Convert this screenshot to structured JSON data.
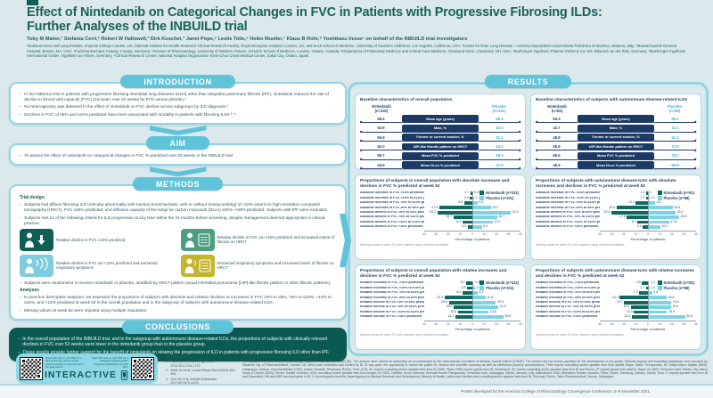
{
  "header": {
    "title_line1": "Effect of Nintedanib on Categorical Changes in FVC in Patients with Progressive Fibrosing ILDs:",
    "title_line2": "Further Analyses of the INBUILD trial",
    "authors": "Toby M Maher,¹ Stefania Cerri,² Robert W Hallowell,³ Dirk Koschel,⁴ Janet Pope,⁵ Leslie Tolle,⁶ Heiko Mueller,⁷ Klaus B Rohr,⁸ Yoshikazu Inoue⁹ on behalf of the INBUILD trial investigators",
    "affiliations": "¹National Heart and Lung Institute, Imperial College London, UK, National Institute for Health Research Clinical Research Facility, Royal Brompton Hospital, London, UK, and Keck School of Medicine, University of Southern California, Los Angeles, California, USA; ²Center for Rare Lung Disease – Azienda Ospedaliero-Universitaria Policlinico di Modena, Modena, Italy; ³Massachusetts General Hospital, Boston, MA, USA; ⁴Fachkrankenhaus Coswig, Coswig, Germany; ⁵Division of Rheumatology, University of Western Ontario, Schulich School of Medicine, London, Ontario, Canada; ⁶Department of Pulmonary Medicine and Critical Care Medicine, Cleveland Clinic, Cleveland, OH, USA; ⁷Boehringer Ingelheim Pharma GmbH & Co. KG, Biberach an der Riss, Germany; ⁸Boehringer Ingelheim International GmbH, Ingelheim am Rhein, Germany; ⁹Clinical Research Center, National Hospital Organization Kinki-Chuo Chest Medical Center, Sakai City, Osaka, Japan."
  },
  "sections": {
    "introduction": {
      "title": "INTRODUCTION",
      "bullets": [
        "In the INBUILD trial in patients with progressive fibrosing interstitial lung diseases (ILDs) other than idiopathic pulmonary fibrosis (IPF), nintedanib reduced the rate of decline in forced vital capacity (FVC) (mL/year) over 52 weeks by 57% versus placebo.¹",
        "No heterogeneity was detected in the effect of nintedanib on FVC decline across subgroups by ILD diagnosis.²",
        "Declines in FVC of ≥5% and ≥10% predicted have been associated with mortality in patients with fibrosing ILDs.³⁻⁵"
      ]
    },
    "aim": {
      "title": "AIM",
      "bullets": [
        "To assess the effect of nintedanib on categorical changes in FVC % predicted over 52 weeks in the INBUILD trial."
      ]
    },
    "methods": {
      "title": "METHODS",
      "trial_design_heading": "Trial design",
      "design_bullets": [
        "Subjects had diffuse fibrosing ILD (reticular abnormality with traction bronchiectasis, with or without honeycombing) of >10% extent on high-resolution computed tomography (HRCT), FVC ≥45% predicted, and diffusion capacity of the lungs for carbon monoxide (DLco) ≥30%–<80% predicted. Subjects with IPF were excluded.",
        "Subjects met ≥1 of the following criteria for ILD progression at any time within the 24 months before screening, despite management deemed appropriate in clinical practice:"
      ],
      "criteria": [
        {
          "icon": "person-decline-icon",
          "color": "#0e5e56",
          "text": "Relative decline in FVC ≥10% predicted"
        },
        {
          "icon": "person-hrct-icon",
          "color": "#4d9e82",
          "text": "Relative decline in FVC ≥5–<10% predicted and increased extent of fibrosis on HRCT"
        },
        {
          "icon": "person-cough-icon",
          "color": "#7fccdd",
          "text": "Relative decline in FVC ≥5–<10% predicted and worsened respiratory symptoms"
        },
        {
          "icon": "cough-hrct-icon",
          "color": "#c3b52d",
          "text": "Worsened respiratory symptoms and increased extent of fibrosis on HRCT"
        }
      ],
      "post_criteria_bullet": "Subjects were randomized to receive nintedanib or placebo, stratified by HRCT pattern (usual interstitial pneumonia [UIP]-like fibrotic pattern or other fibrotic patterns).",
      "analyses_heading": "Analyses",
      "analyses_bullets": [
        "In post-hoc descriptive analyses, we assessed the proportions of subjects with absolute and relative declines or increases in FVC ≥0% to ≤5%, >5% to ≤10%, >10% to ≤15%, and >15% predicted at week 52 in the overall population and in the subgroup of subjects with autoimmune disease-related ILDs.",
        "Missing values at week 52 were imputed using multiple imputation."
      ]
    },
    "results": {
      "title": "RESULTS"
    },
    "conclusions": {
      "title": "CONCLUSIONS",
      "bullets": [
        "In the overall population of the INBUILD trial, and in the subgroup with autoimmune disease-related ILDs, the proportions of subjects with clinically relevant declines in FVC over 52 weeks were lower in the nintedanib group than in the placebo group.",
        "These results provide further support for the benefit of nintedanib on slowing the progression of ILD in patients with progressive fibrosing ILD other than IPF."
      ]
    }
  },
  "baseline_tables": [
    {
      "title": "Baseline characteristics of overall population",
      "left_group": {
        "name": "Nintedanib",
        "n": "(n=332)"
      },
      "right_group": {
        "name": "Placebo",
        "n": "(n=331)"
      },
      "rows": [
        {
          "label": "Mean age (years)",
          "left": "65.2",
          "right": "66.3"
        },
        {
          "label": "Male, %",
          "left": "53.9",
          "right": "53.5"
        },
        {
          "label": "Former or current smoker, %",
          "left": "50.9",
          "right": "51.1"
        },
        {
          "label": "UIP-like fibrotic pattern on HRCT",
          "left": "62.0",
          "right": "62.2"
        },
        {
          "label": "Mean FVC % predicted",
          "left": "68.7",
          "right": "69.3"
        },
        {
          "label": "Mean DLco % predicted",
          "left": "44.6",
          "right": "47.9"
        }
      ]
    },
    {
      "title": "Baseline characteristics of subjects with autoimmune disease-related ILDs",
      "left_group": {
        "name": "Nintedanib",
        "n": "(n=82)"
      },
      "right_group": {
        "name": "Placebo",
        "n": "(n=88)"
      },
      "rows": [
        {
          "label": "Mean age (years)",
          "left": "63.3",
          "right": "65.1"
        },
        {
          "label": "Male, %",
          "left": "42.7",
          "right": "31.1"
        },
        {
          "label": "Former or current smoker, %",
          "left": "48.8",
          "right": "51.1"
        },
        {
          "label": "UIP-like fibrotic pattern on HRCT",
          "left": "55.6",
          "right": "72.9"
        },
        {
          "label": "Mean FVC % predicted",
          "left": "69.6",
          "right": "70.2"
        },
        {
          "label": "Mean DLco % predicted",
          "left": "46.9",
          "right": "50.8"
        }
      ]
    }
  ],
  "chart_data": [
    {
      "type": "bar",
      "orientation": "butterfly",
      "title": "Proportions of subjects in overall population with absolute increases and declines in FVC % predicted at week 52",
      "categories": [
        "Absolute increase in FVC >15% predicted",
        "Absolute increase in FVC >10% to ≤15% predicted",
        "Absolute increase in FVC >5% to ≤10% predicted",
        "Absolute increase in FVC ≥0% to ≤5% predicted",
        "Absolute decline in FVC >0% to ≤5% predicted",
        "Absolute decline in FVC >5% to ≤10% predicted",
        "Absolute decline in FVC >10% to ≤15% predicted",
        "Absolute decline in FVC >15% predicted"
      ],
      "series": [
        {
          "name": "Nintedanib (n=332)",
          "color": "#0e6a5e",
          "values": [
            "1.7",
            "2.0",
            "6.8",
            "27.6",
            "29.2",
            "15.7",
            "8.4",
            "3.9"
          ]
        },
        {
          "name": "Placebo (n=331)",
          "color": "#7ed3e2",
          "values": [
            "0.3",
            "1.7",
            "4.3",
            "15.2",
            "31.9",
            "20.7",
            "17.0",
            "8.1"
          ]
        }
      ],
      "xlabel": "Percentage of patients",
      "xlim": [
        -40,
        40
      ],
      "scale_max": 40,
      "ticks": [
        "40",
        "30",
        "20",
        "10",
        "0",
        "10",
        "20",
        "30",
        "40"
      ],
      "footnote": "Missing values at week 52 were imputed using multiple imputation."
    },
    {
      "type": "bar",
      "orientation": "butterfly",
      "title": "Proportions of subjects with autoimmune disease-ILDs with absolute increases and declines in FVC % predicted at week 52",
      "categories": [
        "Absolute increase in FVC >15% predicted",
        "Absolute increase in FVC >10% to ≤15% predicted",
        "Absolute increase in FVC >5% to ≤10% predicted",
        "Absolute increase in FVC ≥0% to ≤5% predicted",
        "Absolute decline in FVC >0% to ≤5% predicted",
        "Absolute decline in FVC >5% to ≤10% predicted",
        "Absolute decline in FVC >10% to ≤15% predicted",
        "Absolute decline in FVC >15% predicted"
      ],
      "series": [
        {
          "name": "Nintedanib (n=82)",
          "color": "#0e6a5e",
          "values": [
            "1.2",
            "1.7",
            "10.1",
            "26.3",
            "30.4",
            "17.5",
            "8.7",
            "4.2"
          ]
        },
        {
          "name": "Placebo (n=88)",
          "color": "#7ed3e2",
          "values": [
            "0",
            "1.2",
            "6.1",
            "20.6",
            "23.0",
            "26.0",
            "17.6",
            "10.2"
          ]
        }
      ],
      "xlabel": "Percentage of patients",
      "xlim": [
        -40,
        40
      ],
      "scale_max": 40,
      "ticks": [
        "40",
        "30",
        "20",
        "10",
        "0",
        "10",
        "20",
        "30",
        "40"
      ],
      "footnote": "Missing values at week 52 were imputed using multiple imputation."
    },
    {
      "type": "bar",
      "orientation": "butterfly",
      "title": "Proportions of subjects in overall population with relative increases and declines in FVC % predicted at week 52",
      "categories": [
        "Relative increase in FVC >15% predicted",
        "Relative increase in FVC >10% to ≤15% predicted",
        "Relative increase in FVC >5% to ≤10% predicted",
        "Relative increase in FVC ≥0% to ≤5% predicted",
        "Relative decline in FVC >0% to ≤5% predicted",
        "Relative decline in FVC >5% to ≤10% predicted",
        "Relative decline in FVC >10% to ≤15% predicted",
        "Relative decline in FVC >15% predicted"
      ],
      "series": [
        {
          "name": "Nintedanib (n=332)",
          "color": "#0e6a5e",
          "values": [
            "5.1",
            "4.4",
            "8.2",
            "23.3",
            "19.6",
            "15.6",
            "12.0",
            "14.2"
          ]
        },
        {
          "name": "Placebo (n=331)",
          "color": "#7ed3e2",
          "values": [
            "1.1",
            "2.3",
            "4.3",
            "10.8",
            "19.5",
            "21.6",
            "13.6",
            "25.8"
          ]
        }
      ],
      "xlabel": "Percentage of patients",
      "xlim": [
        -40,
        40
      ],
      "scale_max": 40,
      "ticks": [
        "40",
        "30",
        "20",
        "10",
        "0",
        "10",
        "20",
        "30",
        "40"
      ],
      "footnote": "Missing values at week 52 were imputed using multiple imputation."
    },
    {
      "type": "bar",
      "orientation": "butterfly",
      "title": "Proportions of subjects with autoimmune disease-ILDs with relative increases and declines in FVC % predicted at week 52",
      "categories": [
        "Relative increase in FVC >15% predicted",
        "Relative increase in FVC >10% to ≤15% predicted",
        "Relative increase in FVC >5% to ≤10% predicted",
        "Relative increase in FVC ≥0% to ≤5% predicted",
        "Relative decline in FVC >0% to ≤5% predicted",
        "Relative decline in FVC >5% to ≤10% predicted",
        "Relative decline in FVC >10% to ≤15% predicted",
        "Relative decline in FVC >15% predicted"
      ],
      "series": [
        {
          "name": "Nintedanib (n=82)",
          "color": "#0e6a5e",
          "values": [
            "4.9",
            "1.7",
            "7.3",
            "23.4",
            "19.7",
            "14.2",
            "11.5",
            "13.5"
          ]
        },
        {
          "name": "Placebo (n=88)",
          "color": "#7ed3e2",
          "values": [
            "1.1",
            "1.2",
            "3.4",
            "15.6",
            "19.4",
            "19.2",
            "15.9",
            "30.8"
          ]
        }
      ],
      "xlabel": "Percentage of patients",
      "xlim": [
        -40,
        40
      ],
      "scale_max": 40,
      "ticks": [
        "40",
        "30",
        "20",
        "10",
        "0",
        "10",
        "20",
        "30",
        "40"
      ],
      "footnote": "Missing values at week 52 were imputed using multiple imputation."
    }
  ],
  "interactive": {
    "left_caption": "Scan QR code or visit URL for a device-friendly version of this poster including a voiceover from the lead author",
    "right_caption": "Scan QR code or visit URL for a webpage featuring all BI-supported publications at ACR 2021",
    "label": "INTERACTIVE"
  },
  "references": {
    "heading": "REFERENCES",
    "items": [
      "Flaherty KR et al. N Engl J Med 2019;381:1718–1727.",
      "Wells AU et al. Lancet Respir Med 2020;8:453–460.",
      "Goh NS et al. Arthritis Rheumatol 2017;69:1670–1678.",
      "Solomon JJ et al. Eur Respir J 2016;47:588–596.",
      "Gimenez A et al. Thorax 2017;73:391–392."
    ]
  },
  "acknowledgements": {
    "heading": "ACKNOWLEDGEMENTS AND DISCLOSURES",
    "text": "The INBUILD trial was funded by Boehringer Ingelheim International GmbH (BI). The authors meet criteria for authorship as recommended by the International Committee of Medical Journal Editors (ICMJE). The authors did not receive payment for the development of this poster. Editorial support and formatting assistance were provided by Elizabeth Ng, of FleishmanHillard, London, UK, which was contracted and funded by BI. BI was given the opportunity to review the poster for medical and scientific accuracy as well as intellectual property considerations. TMM reports consulting and/or speaker fees from Apellis, Bayer, Blade Therapeutics, BI, Bristol-Myers Squibb (BMS), Galapagos, Galecto, GlaxoSmithKline (GSK), Indalo, Novartis, Respivant, Roche, Trevi, UCB, SC reports consulting and/or speaker fees from BI, BMS, Pfizer; RWH reports grants from BI; Genentech; DK reports consulting and/or speaker fees from BI and Roche; JP reports grants from AbbVie, Bayer, BI, BMS, Fresenius Kabi, Gilead, Lilly, Merck Sharp & Dohme (MSD), Roche, Seattle Genetics, UCB; consulting and/or speaker fees from Amgen, BI, BMS, Celltrion, Eicos Sciences, Emerald Health Therapeutics, Fresenius Kabi, Galapagos, Gilead, Janssen, Lilly, Mallinckrodt, MSD, Mitsubishi Tanabe, Novartis, Pfizer, Roche, Samsung, Sandoz, Sanofi, Teva; LT reports speaker fees from BI and Genentech; HM and KBR are employees of BI; YI reports grants from the Japan Agency for Medical Research and Development, Ministry of Health, Labour and Welfare and consulting and/or speaker fees from BI, Shionogi, Roche, Taiho Pharmaceutical, Savara, Galapagos."
  },
  "meta": {
    "footer": "Poster developed for the American College of Rheumatology Convergence Conference, 5–9 November 2021."
  },
  "colors": {
    "accent_teal": "#0e6a5e",
    "placebo_blue": "#7ed3e2",
    "pill_blue": "#5fc3da",
    "navy": "#1c3a66",
    "conclusion_bg": "#0b5a52",
    "criteria_green": "#4d9e82",
    "criteria_yellow": "#c3b52d",
    "background": "#dbe9ec"
  }
}
